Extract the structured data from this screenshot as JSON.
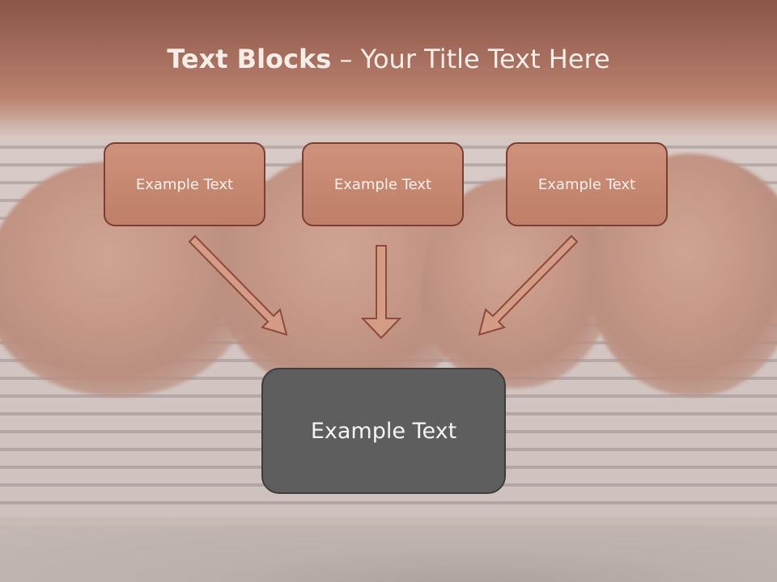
{
  "slide": {
    "title_bold": "Text Blocks",
    "title_dash": " – ",
    "title_rest": "Your Title Text Here",
    "boxes": [
      {
        "label": "Example Text"
      },
      {
        "label": "Example Text"
      },
      {
        "label": "Example Text"
      }
    ],
    "main_box": {
      "label": "Example Text"
    }
  },
  "colors": {
    "box_fill": "#c88a74",
    "box_border": "#7b3f31",
    "main_box_fill": "#5e5e5e",
    "arrow_fill": "#d49b85",
    "arrow_stroke": "#8e4a3a"
  }
}
